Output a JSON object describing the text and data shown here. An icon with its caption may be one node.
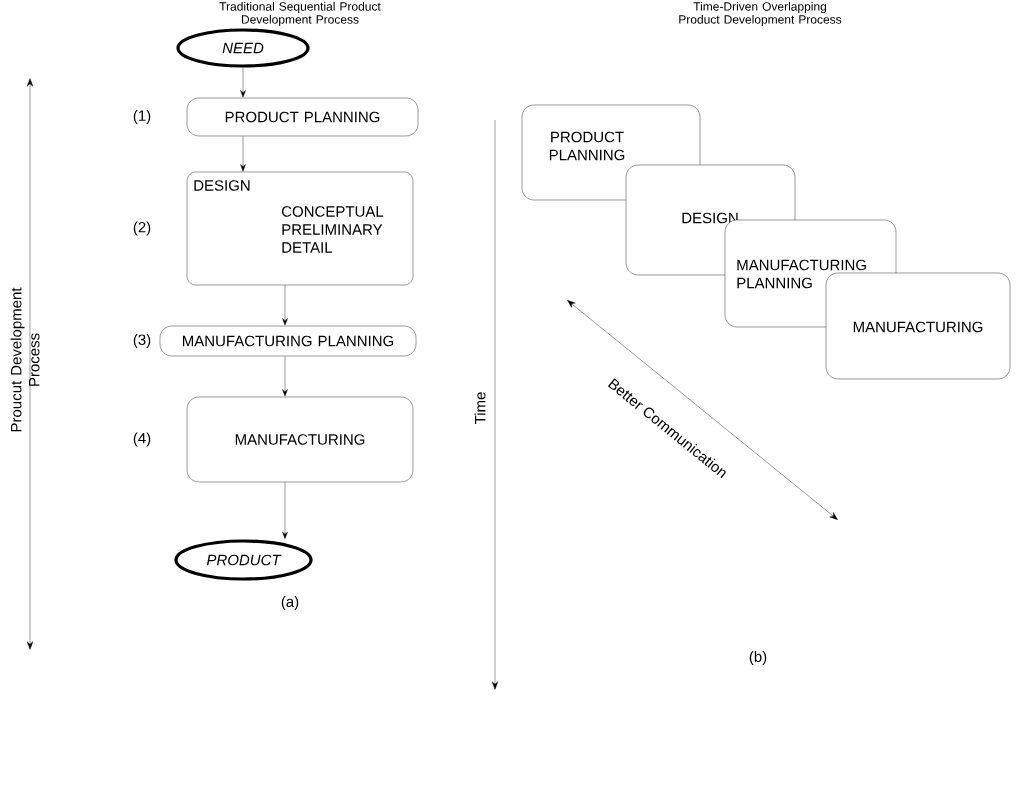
{
  "diagram": {
    "nodes": [
      {
        "text": [
          "NEED"
        ]
      },
      {
        "text": [
          "PRODUCT PLANNING"
        ],
        "beside": [
          "(1)"
        ]
      },
      {
        "text": [
          "DESIGN",
          "CONCEPTUAL PRELIMINARY DETAIL"
        ],
        "beside": [
          "(2)"
        ]
      },
      {
        "text": [
          "MANUFACTURING PLANNING"
        ],
        "beside": [
          "(3)"
        ]
      },
      {
        "text": [
          "MANUFACTURING"
        ],
        "beside": [
          "(4)"
        ]
      },
      {
        "text": [
          "PRODUCT"
        ]
      },
      {
        "text": [
          "PRODUCT PLANNING"
        ]
      },
      {
        "text": [
          "DESIGN"
        ]
      },
      {
        "text": [
          "MANUFACTURING PLANNING"
        ]
      },
      {
        "text": [
          "MANUFACTURING"
        ]
      }
    ],
    "edges": [
      {
        "from": 0,
        "to": 1,
        "arrow": "to"
      },
      {
        "from": 1,
        "to": 2,
        "arrow": "to"
      },
      {
        "from": 2,
        "to": 3,
        "arrow": "to"
      },
      {
        "from": 3,
        "to": 4,
        "arrow": "to"
      },
      {
        "from": 4,
        "to": 5,
        "arrow": "to"
      }
    ],
    "labels": [
      "Traditional Sequential Product Development Process",
      "Time-Driven Overlapping Product Development Process",
      "Proucut Development Process",
      "Time",
      "Better Communication",
      "(a)",
      "(b)"
    ]
  }
}
